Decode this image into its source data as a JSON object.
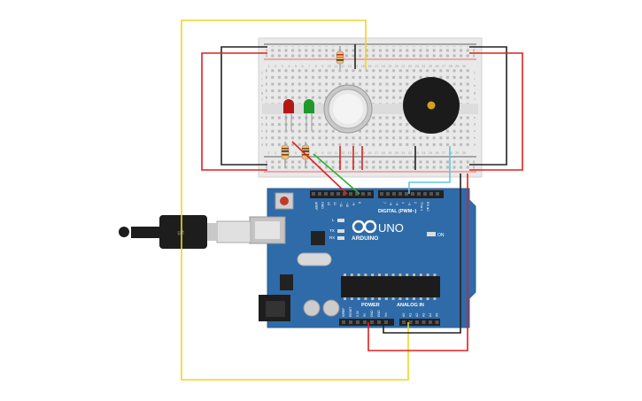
{
  "board": {
    "brand": "ARDUINO",
    "model": "UNO",
    "digital_label": "DIGITAL (PWM~)",
    "power_label": "POWER",
    "analog_label": "ANALOG IN",
    "on_label": "ON",
    "tx_label": "TX",
    "rx_label": "RX",
    "l_label": "L",
    "aref_label": "AREF",
    "gnd_label": "GND",
    "digital_pins": [
      "13",
      "12",
      "~11",
      "~10",
      "~9",
      "8",
      "7",
      "~6",
      "~5",
      "4",
      "~3",
      "2",
      "TX►1",
      "RX◄0"
    ],
    "power_pins": [
      "IOREF",
      "RESET",
      "3.3V",
      "5V",
      "GND",
      "GND",
      "Vin"
    ],
    "analog_pins": [
      "A0",
      "A1",
      "A2",
      "A3",
      "A4",
      "A5"
    ]
  },
  "breadboard": {
    "columns": [
      "1",
      "2",
      "3",
      "4",
      "5",
      "6",
      "7",
      "8",
      "9",
      "10",
      "11",
      "12",
      "13",
      "14",
      "15",
      "16",
      "17",
      "18",
      "19",
      "20",
      "21",
      "22",
      "23",
      "24",
      "25",
      "26",
      "27",
      "28",
      "29",
      "30"
    ],
    "rows_top": [
      "j",
      "i",
      "h",
      "g",
      "f"
    ],
    "rows_bottom": [
      "e",
      "d",
      "c",
      "b",
      "a"
    ]
  },
  "components": {
    "led_red_color": "#b51616",
    "led_green_color": "#1f9a2a",
    "wire_red": "#e02020",
    "wire_black": "#222222",
    "wire_yellow": "#f2d329",
    "wire_green": "#30b030",
    "wire_cyan": "#5ec8e0",
    "board_color": "#2f6ba8"
  }
}
